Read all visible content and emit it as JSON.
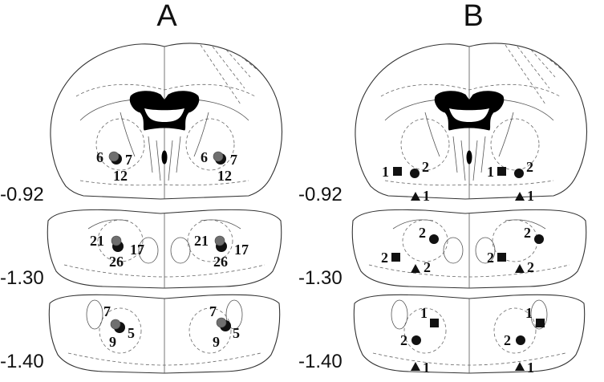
{
  "panels": [
    {
      "letter": "A",
      "levels": [
        {
          "label": "-0.92",
          "counts": [
            "6",
            "7",
            "12",
            "6",
            "7",
            "12"
          ]
        },
        {
          "label": "-1.30",
          "counts": [
            "21",
            "17",
            "26",
            "21",
            "17",
            "26"
          ]
        },
        {
          "label": "-1.40",
          "counts": [
            "7",
            "5",
            "9",
            "7",
            "5",
            "9"
          ]
        }
      ]
    },
    {
      "letter": "B",
      "levels": [
        {
          "label": "-0.92",
          "counts": [
            "1",
            "2",
            "1",
            "1",
            "2",
            "1"
          ]
        },
        {
          "label": "-1.30",
          "counts": [
            "2",
            "2",
            "2",
            "2",
            "2",
            "2"
          ]
        },
        {
          "label": "-1.40",
          "counts": [
            "1",
            "2",
            "1",
            "1",
            "2",
            "1"
          ]
        }
      ]
    }
  ],
  "symbols": {
    "panel_A": [
      "circle-grey-dark-overlap"
    ],
    "panel_B": [
      "square",
      "circle",
      "triangle"
    ]
  },
  "colors": {
    "ink": "#111111",
    "grey_marker": "#6f6f6f",
    "background": "#ffffff"
  }
}
